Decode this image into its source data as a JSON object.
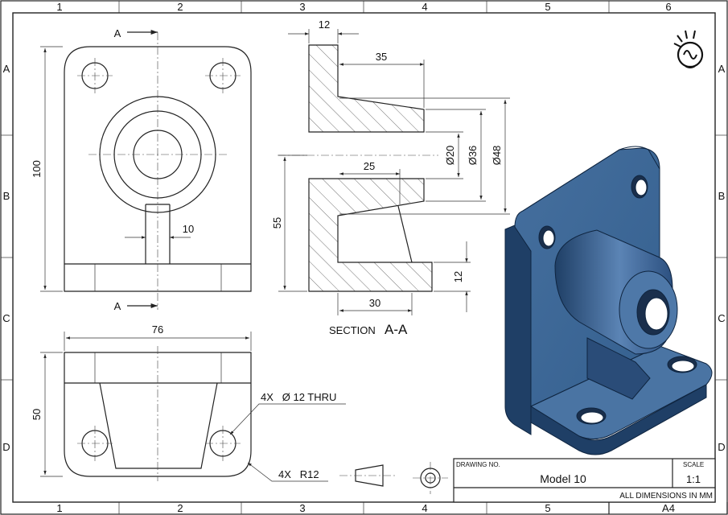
{
  "zones": {
    "columns": [
      "1",
      "2",
      "3",
      "4",
      "5",
      "6"
    ],
    "rows": [
      "A",
      "B",
      "C",
      "D"
    ]
  },
  "front_view": {
    "cut_label_top": "A",
    "cut_label_bottom": "A",
    "dim_height": "100",
    "dim_slot": "10"
  },
  "section_view": {
    "dim_wall": "12",
    "dim_35": "35",
    "dim_25": "25",
    "dim_55": "55",
    "dim_30": "30",
    "dim_base": "12",
    "dia_20": "Ø20",
    "dia_36": "Ø36",
    "dia_48": "Ø48",
    "title_prefix": "SECTION",
    "title_suffix": "A-A"
  },
  "top_view": {
    "dim_width": "76",
    "dim_depth": "50",
    "note_holes": "4X   Ø 12 THRU",
    "note_radius": "4X   R12"
  },
  "title_block": {
    "drawing_no_label": "DRAWING NO.",
    "drawing_no": "Model 10",
    "scale_label": "SCALE",
    "scale": "1:1",
    "units_note": "ALL DIMENSIONS IN MM",
    "sheet_size": "A4"
  },
  "colors": {
    "model_fill": "#3e6796",
    "model_dark": "#1f3f66",
    "model_light": "#6d93c0"
  }
}
